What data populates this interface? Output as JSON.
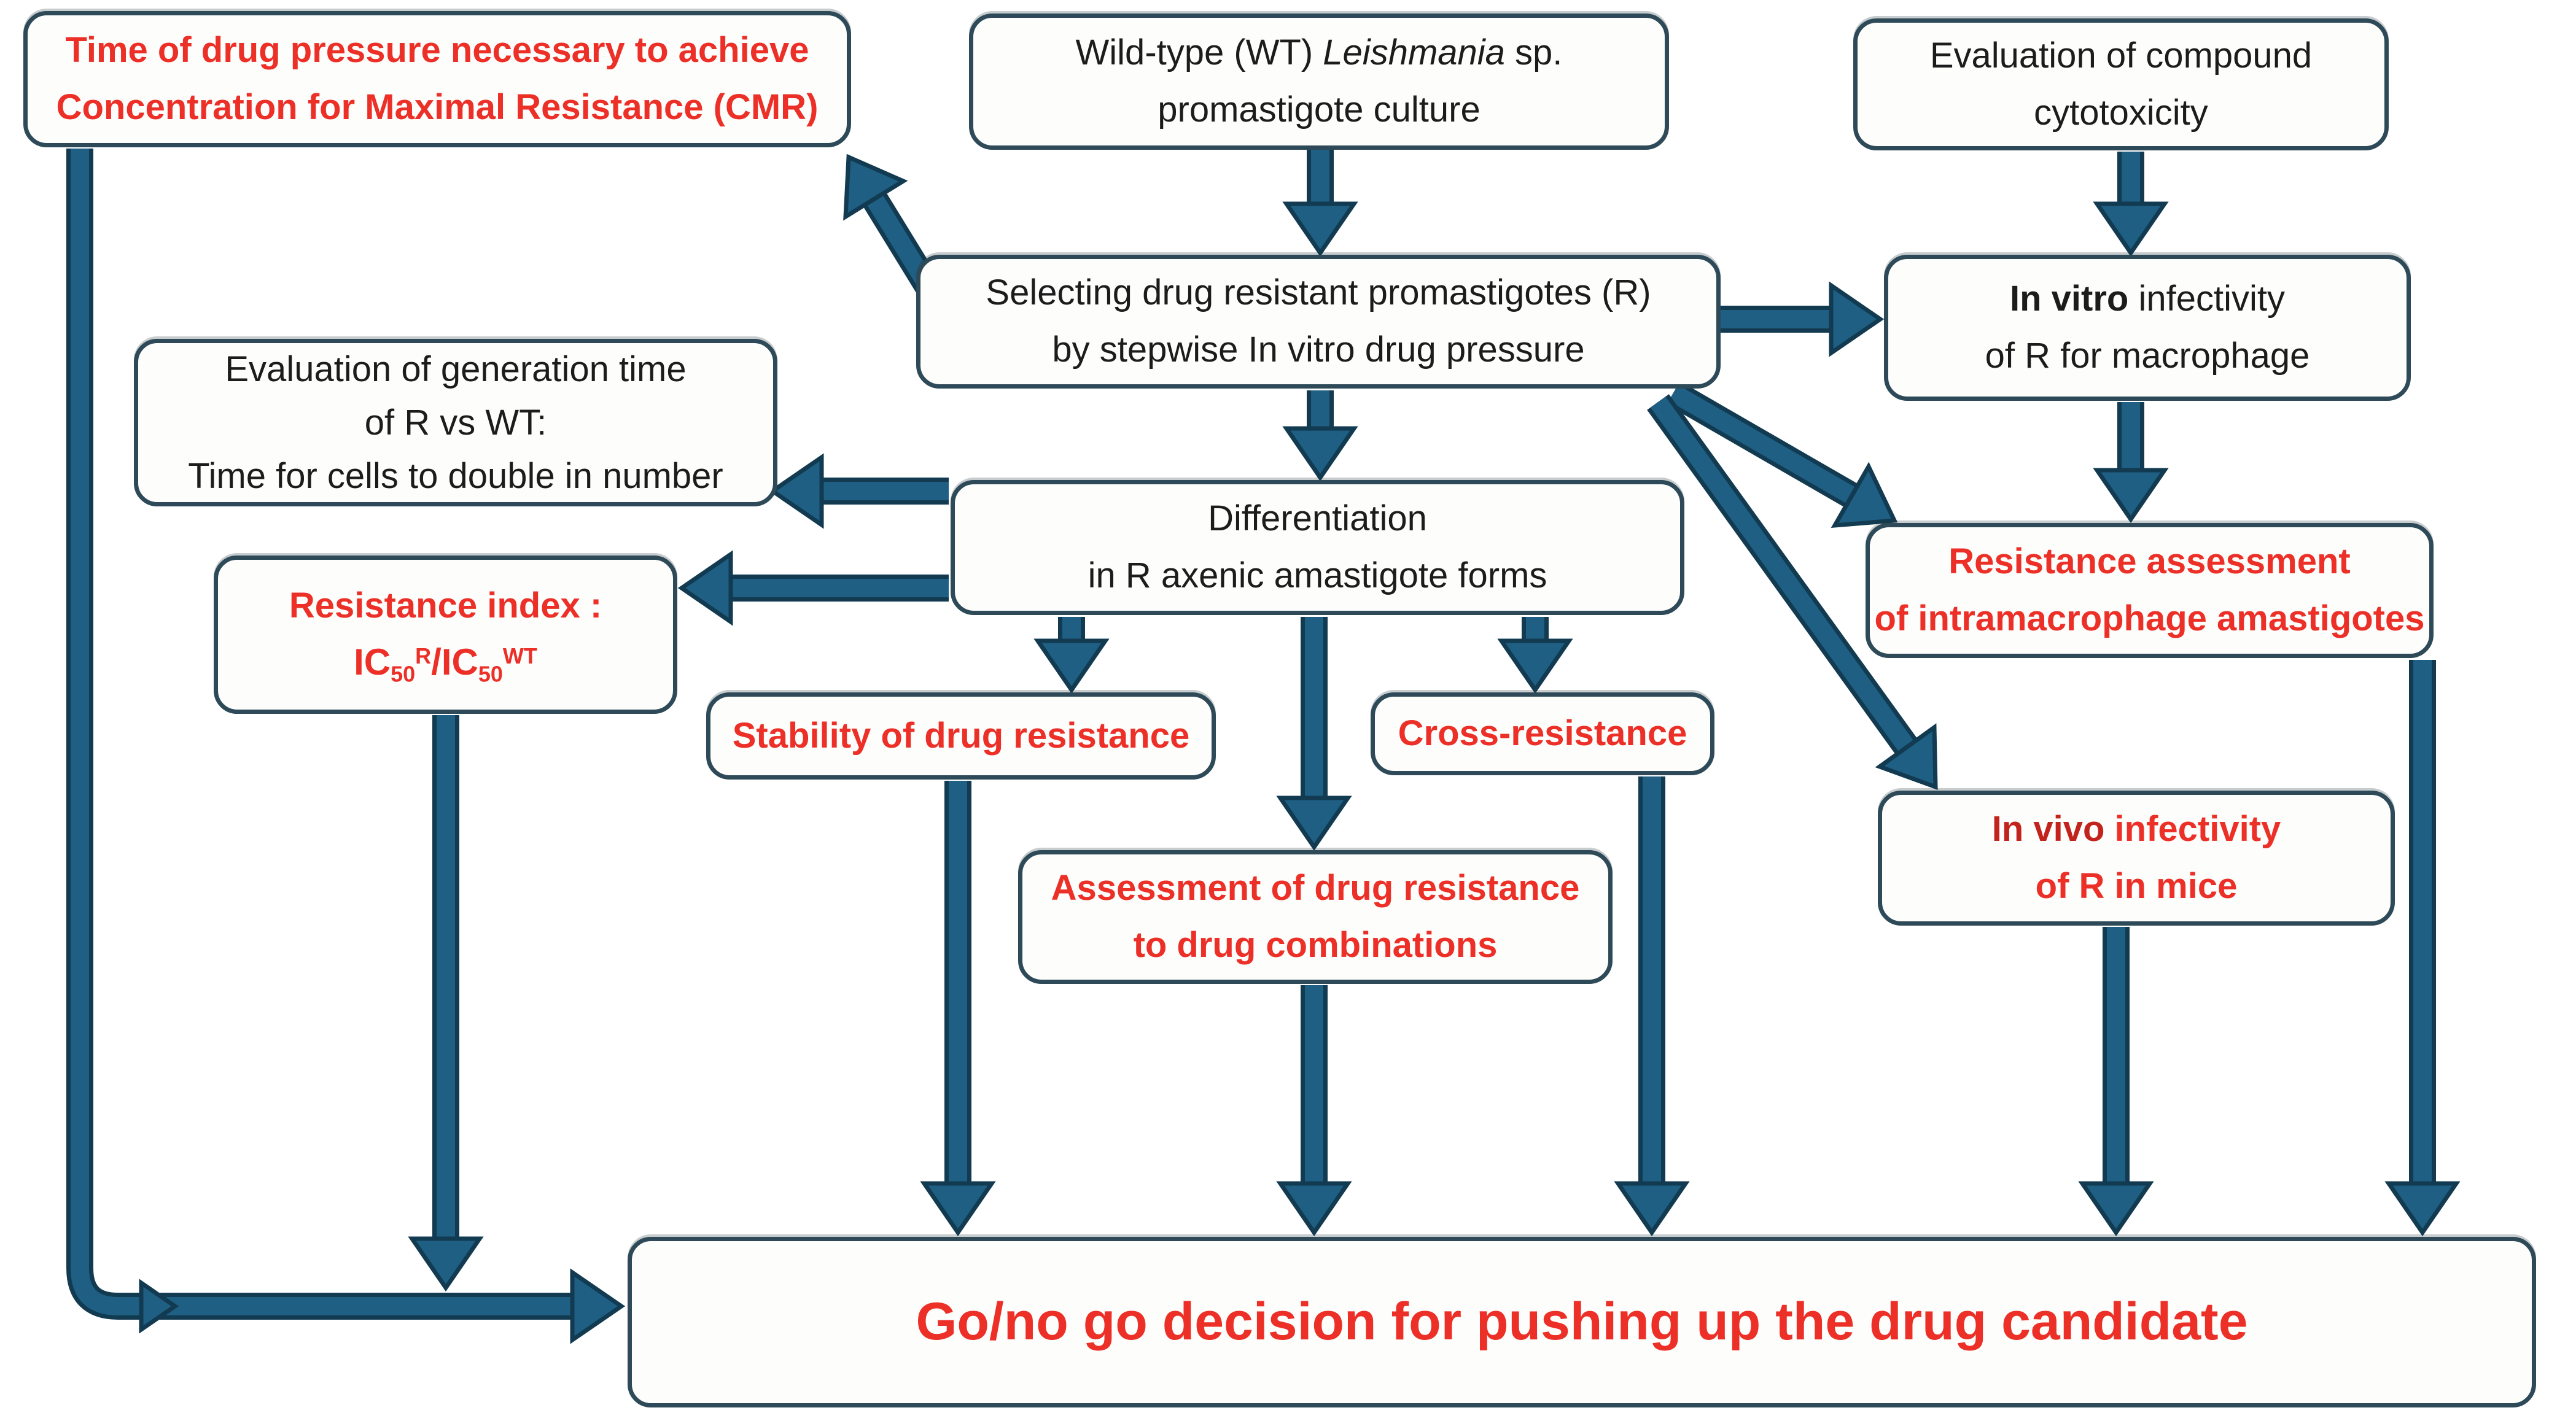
{
  "colors": {
    "background": "#FFFFFF",
    "box_fill": "#FDFDFC",
    "box_border": "#2E4A58",
    "arrow_fill": "#1E5F83",
    "arrow_outline": "#123A50",
    "red_text": "#EC2F27",
    "dark_red_text": "#C2231D",
    "black_text": "#1C1C1C"
  },
  "nodes": {
    "cmr": {
      "line1": "Time of drug pressure necessary to achieve",
      "line2": "Concentration for Maximal Resistance (CMR)"
    },
    "wild_type": {
      "line1_pre": "Wild-type (WT) ",
      "line1_italic": "Leishmania",
      "line1_post": " sp.",
      "line2": "promastigote culture"
    },
    "cytotoxicity": {
      "line1": "Evaluation of compound",
      "line2": "cytotoxicity"
    },
    "selecting": {
      "line1": "Selecting drug resistant promastigotes (R)",
      "line2": "by stepwise In vitro drug pressure"
    },
    "invitro_infectivity": {
      "line1_bold": "In vitro",
      "line1_rest": " infectivity",
      "line2": "of R for macrophage"
    },
    "generation_time": {
      "line1": "Evaluation of generation time",
      "line2": "of R vs WT:",
      "line3": "Time for cells to double in number"
    },
    "differentiation": {
      "line1": "Differentiation",
      "line2": "in R axenic amastigote forms"
    },
    "resistance_index": {
      "line1": "Resistance index :",
      "ic": "IC",
      "sub": "50",
      "sup_r": "R",
      "slash_ic": "/IC",
      "sup_wt": "WT"
    },
    "stability": {
      "line1": "Stability of drug resistance"
    },
    "cross_resistance": {
      "line1": "Cross-resistance"
    },
    "resistance_assessment": {
      "line1": "Resistance assessment",
      "line2": "of intramacrophage amastigotes"
    },
    "combinations": {
      "line1": "Assessment of drug resistance",
      "line2": "to drug combinations"
    },
    "invivo_infectivity": {
      "line1_bold": "In vivo",
      "line1_rest": " infectivity",
      "line2": "of R in mice"
    },
    "decision": {
      "line1": "Go/no go decision for pushing up the drug candidate"
    }
  }
}
